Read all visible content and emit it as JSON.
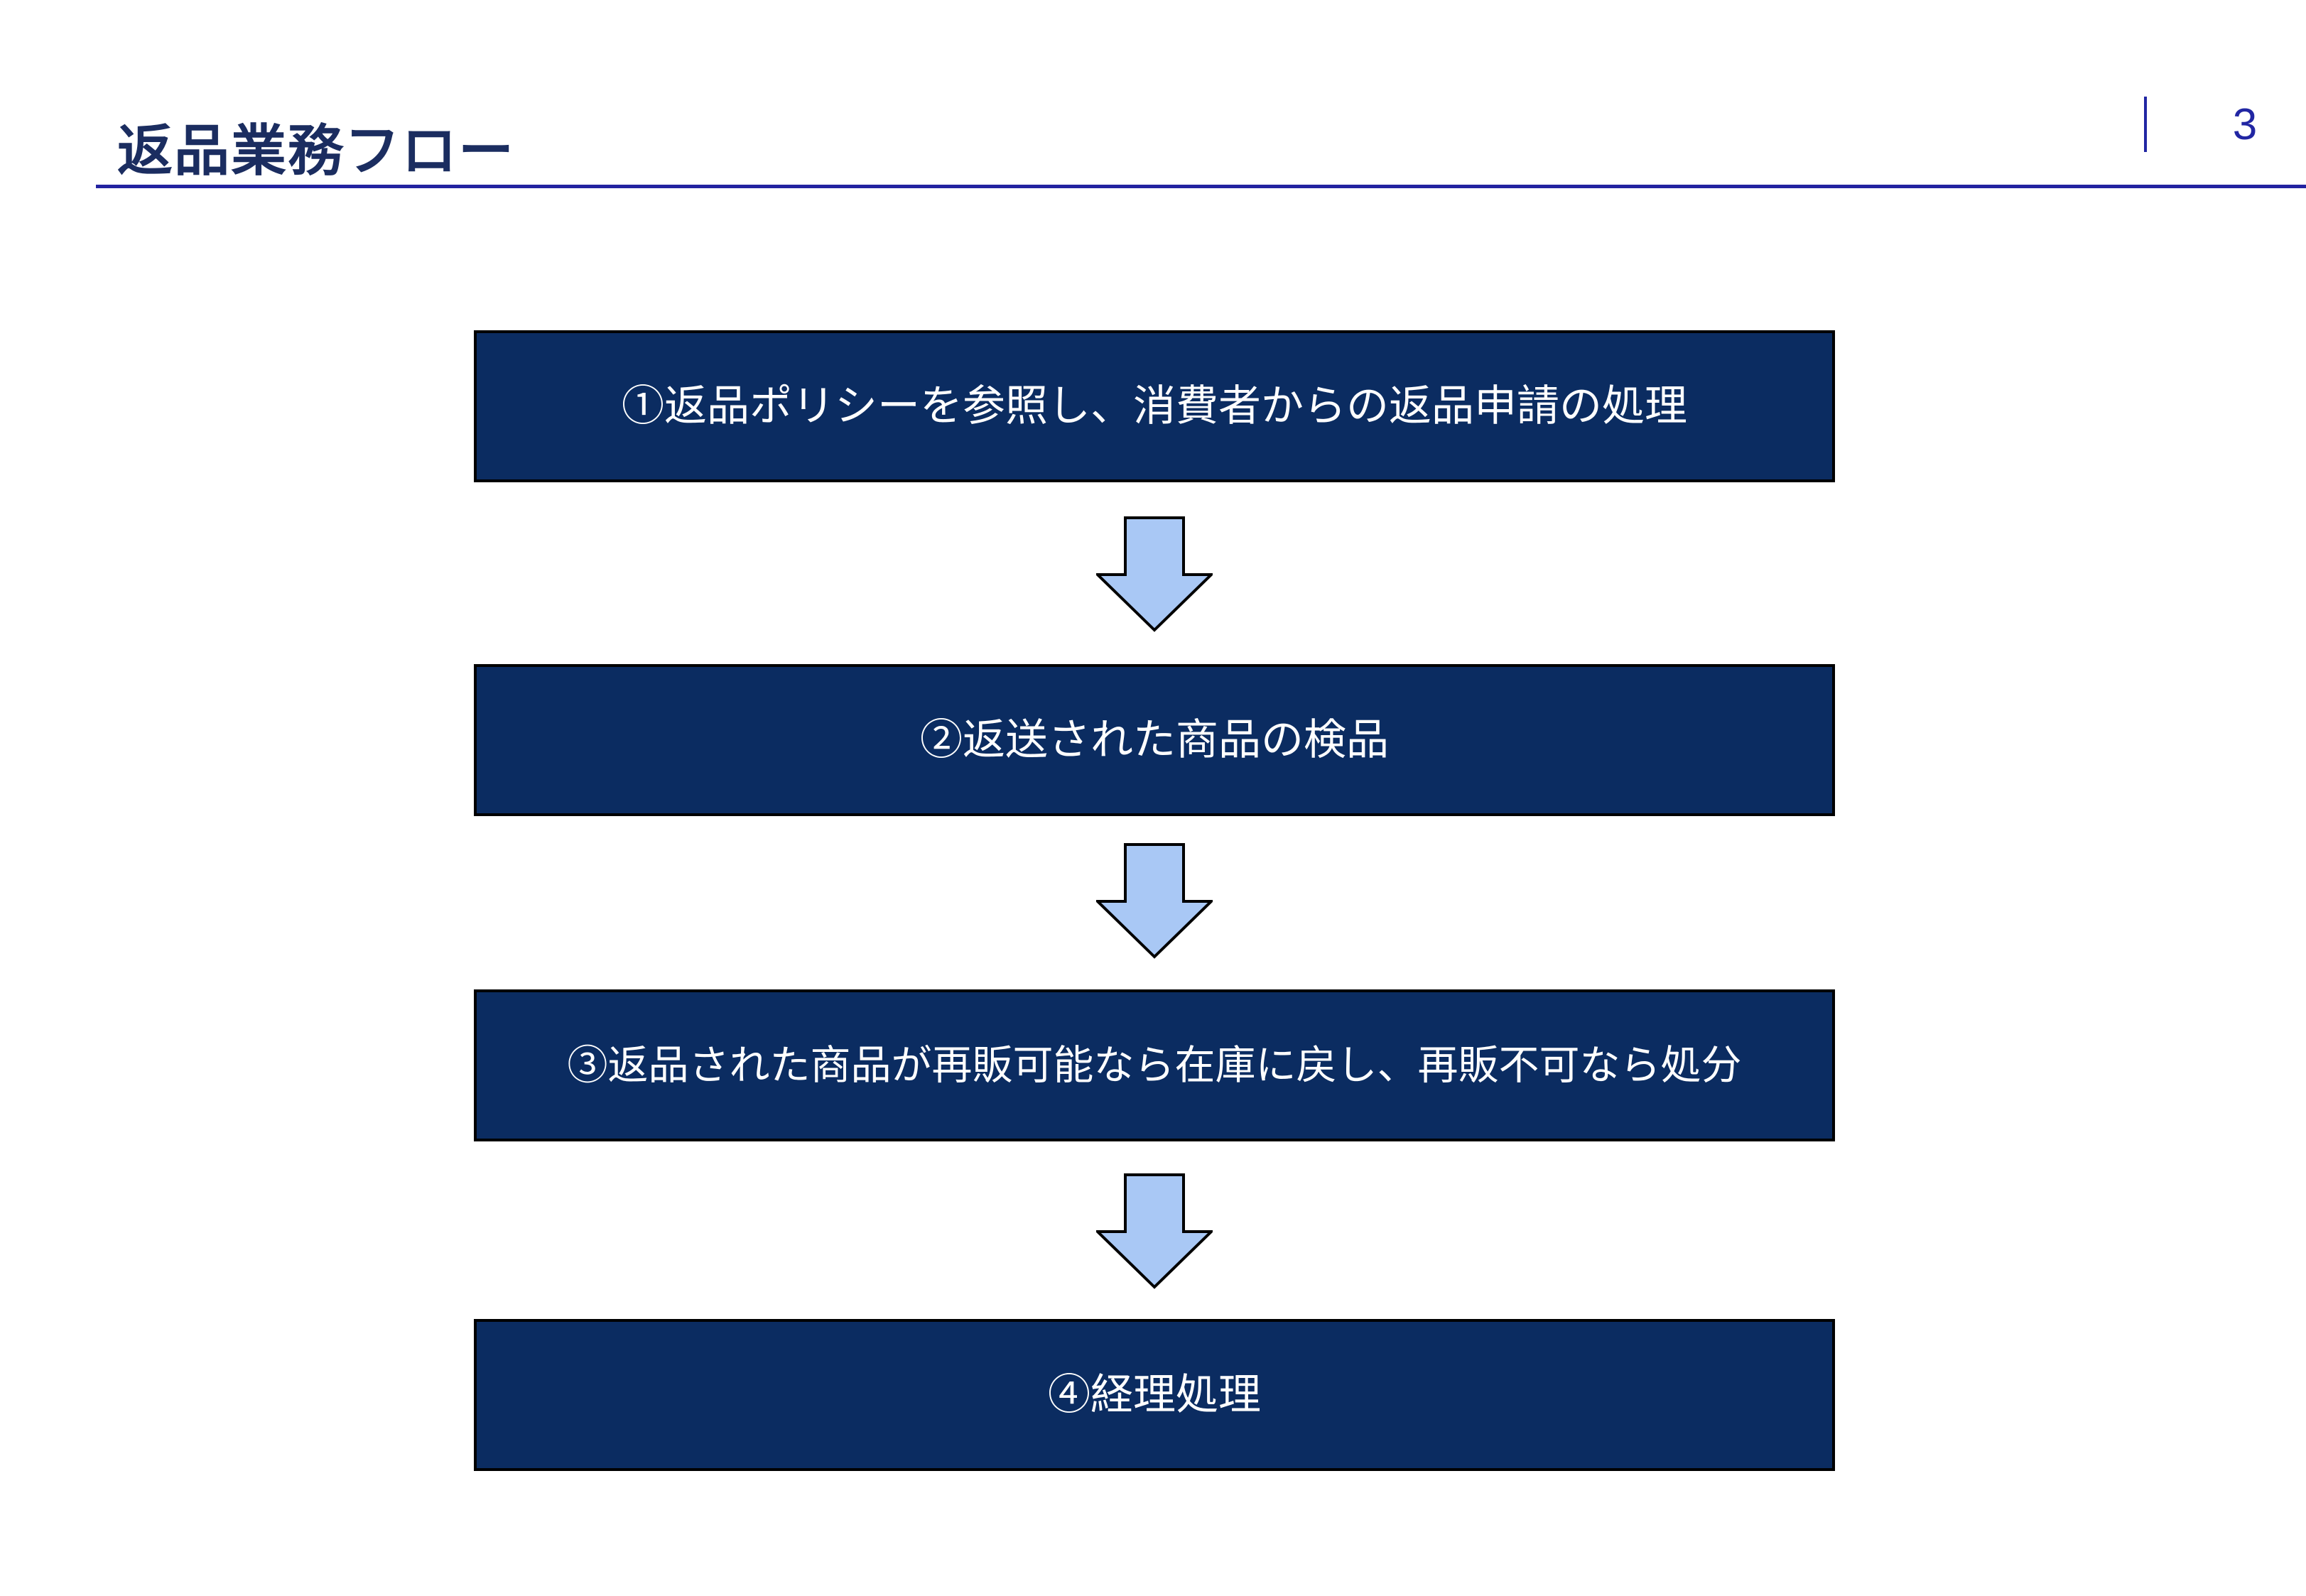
{
  "slide": {
    "title": "返品業務フロー",
    "page_number": "3"
  },
  "flow": {
    "steps": [
      {
        "label": "①返品ポリシーを参照し、消費者からの返品申請の処理"
      },
      {
        "label": "②返送された商品の検品"
      },
      {
        "label": "③返品された商品が再販可能なら在庫に戻し、再販不可なら処分"
      },
      {
        "label": "④経理処理"
      }
    ]
  },
  "colors": {
    "box_fill": "#0B2C61",
    "box_border": "#000000",
    "box_text": "#FFFFFF",
    "arrow_fill": "#A9C8F5",
    "arrow_border": "#000000",
    "title_text": "#1B2D60",
    "rule_line": "#2222A0",
    "page_number_text": "#2126A3"
  }
}
